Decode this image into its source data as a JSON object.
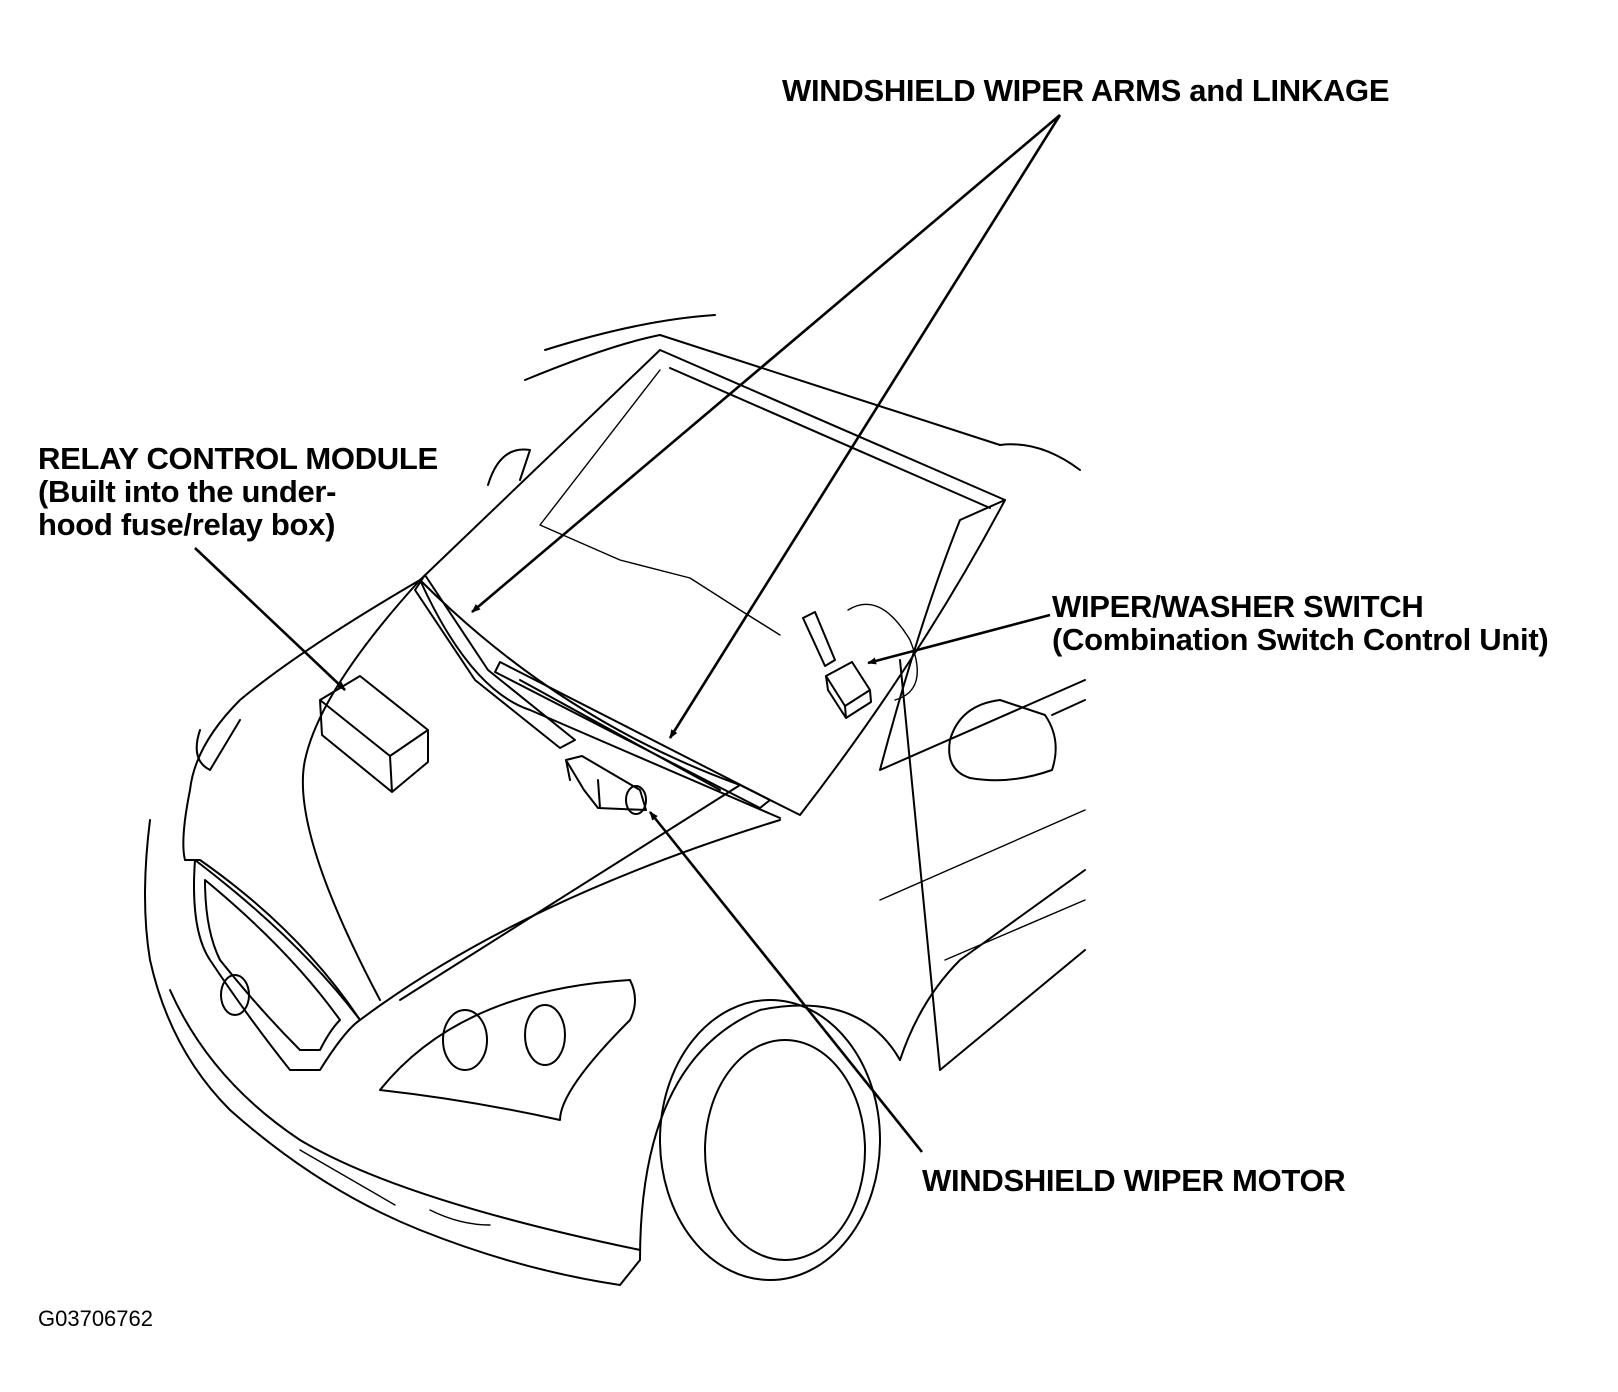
{
  "callouts": {
    "wiper_arms": {
      "text": "WINDSHIELD WIPER ARMS and LINKAGE"
    },
    "relay_module": {
      "line1": "RELAY CONTROL MODULE",
      "line2": "(Built into the under-",
      "line3": "hood fuse/relay box)"
    },
    "wiper_switch": {
      "line1": "WIPER/WASHER SWITCH",
      "line2": "(Combination Switch Control Unit)"
    },
    "wiper_motor": {
      "text": "WINDSHIELD WIPER MOTOR"
    }
  },
  "figure_id": "G03706762",
  "colors": {
    "ink": "#000000",
    "paper": "#ffffff"
  }
}
